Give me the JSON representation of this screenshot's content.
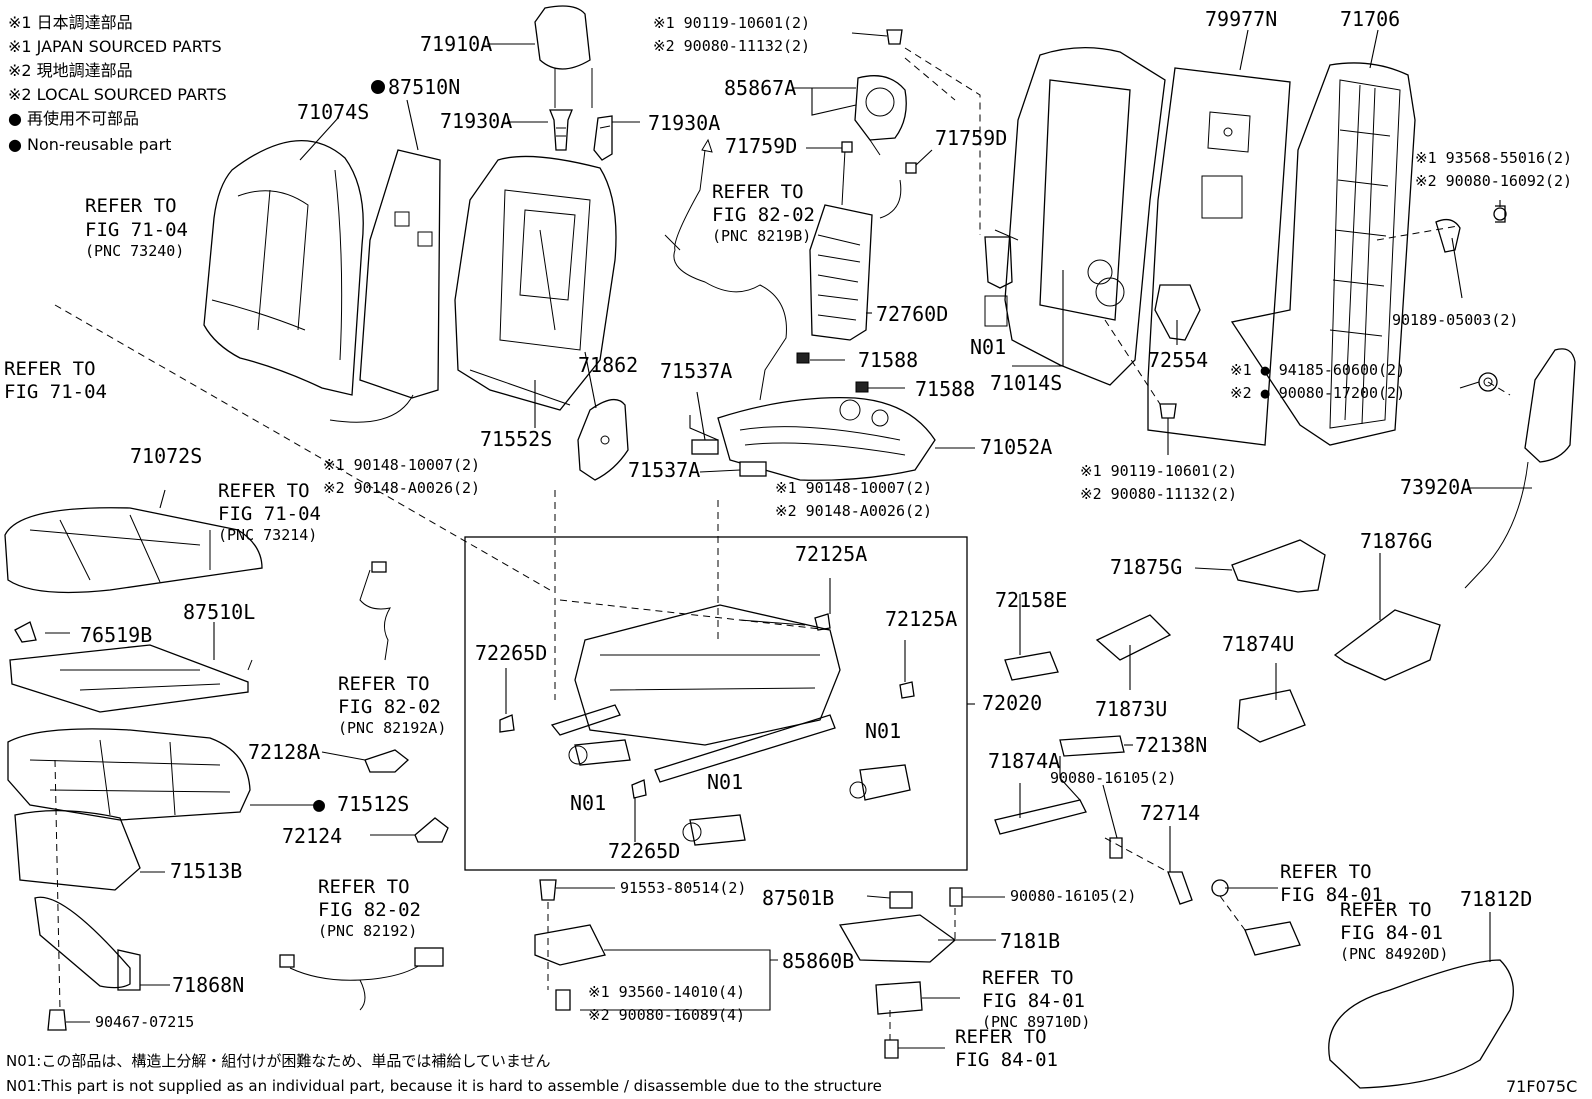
{
  "legend": {
    "line1": "※1 日本調達部品",
    "line2": "※1 JAPAN SOURCED PARTS",
    "line3": "※2 現地調達部品",
    "line4": "※2 LOCAL SOURCED PARTS",
    "line5": "● 再使用不可部品",
    "line6": "● Non-reusable part"
  },
  "parts": {
    "p71910A": "71910A",
    "p87510N": "87510N",
    "p71074S": "71074S",
    "p71930A_l": "71930A",
    "p71930A_r": "71930A",
    "p90119_1_top": "※1 90119-10601(2)",
    "p90080_2_top": "※2 90080-11132(2)",
    "p85867A": "85867A",
    "p71759D_l": "71759D",
    "p71759D_r": "71759D",
    "p79977N": "79977N",
    "p71706": "71706",
    "p93568": "※1 93568-55016(2)",
    "p90080_16092": "※2 90080-16092(2)",
    "p90189": "90189-05003(2)",
    "p72760D": "72760D",
    "p71588_a": "71588",
    "p71588_b": "71588",
    "pN01_top": "N01",
    "p71014S": "71014S",
    "p72554": "72554",
    "p94185": "※1 ● 94185-60600(2)",
    "p90080_17200": "※2 ● 90080-17200(2)",
    "p71862": "71862",
    "p71552S": "71552S",
    "p71537A_a": "71537A",
    "p71537A_b": "71537A",
    "p71052A": "71052A",
    "p90119_1_mid": "※1 90119-10601(2)",
    "p90080_2_mid": "※2 90080-11132(2)",
    "p73920A": "73920A",
    "p71072S": "71072S",
    "p90148_1_l": "※1 90148-10007(2)",
    "p90148_2_l": "※2 90148-A0026(2)",
    "p90148_1_r": "※1 90148-10007(2)",
    "p90148_2_r": "※2 90148-A0026(2)",
    "p72125A_a": "72125A",
    "p72125A_b": "72125A",
    "p72265D_a": "72265D",
    "p72265D_b": "72265D",
    "pN01_a": "N01",
    "pN01_b": "N01",
    "pN01_c": "N01",
    "p72020": "72020",
    "p72158E": "72158E",
    "p71875G": "71875G",
    "p71876G": "71876G",
    "p71873U": "71873U",
    "p71874U": "71874U",
    "p72138N": "72138N",
    "p71874A": "71874A",
    "p90080_16105_a": "90080-16105(2)",
    "p72714": "72714",
    "p76519B": "76519B",
    "p87510L": "87510L",
    "p72128A": "72128A",
    "p71512S": "● 71512S",
    "p72124": "72124",
    "p71513B": "71513B",
    "p71868N": "71868N",
    "p90467": "90467-07215",
    "p91553": "91553-80514(2)",
    "p87501B": "87501B",
    "p90080_16105_b": "90080-16105(2)",
    "p7181B": "7181B",
    "p85860B": "85860B",
    "p93560": "※1 93560-14010(4)",
    "p90080_16089": "※2 90080-16089(4)",
    "p71812D": "71812D"
  },
  "refs": {
    "r1_a": "REFER TO",
    "r1_b": "FIG 71-04",
    "r1_c": "(PNC 73240)",
    "r2_a": "REFER TO",
    "r2_b": "FIG 71-04",
    "r3_a": "REFER TO",
    "r3_b": "FIG 82-02",
    "r3_c": "(PNC 8219B)",
    "r4_a": "REFER TO",
    "r4_b": "FIG 71-04",
    "r4_c": "(PNC 73214)",
    "r5_a": "REFER TO",
    "r5_b": "FIG 82-02",
    "r5_c": "(PNC 82192A)",
    "r6_a": "REFER TO",
    "r6_b": "FIG 82-02",
    "r6_c": "(PNC 82192)",
    "r7_a": "REFER TO",
    "r7_b": "FIG 84-01",
    "r8_a": "REFER TO",
    "r8_b": "FIG 84-01",
    "r8_c": "(PNC 84920D)",
    "r9_a": "REFER TO",
    "r9_b": "FIG 84-01",
    "r9_c": "(PNC 89710D)",
    "r10_a": "REFER TO",
    "r10_b": "FIG 84-01"
  },
  "notes": {
    "n01_jp": "N01:この部品は、構造上分解・組付けが困難なため、単品では補給していません",
    "n01_en": "N01:This part is not supplied as an individual part, because it is hard to assemble / disassemble due to the structure",
    "figure_code": "71F075C"
  }
}
